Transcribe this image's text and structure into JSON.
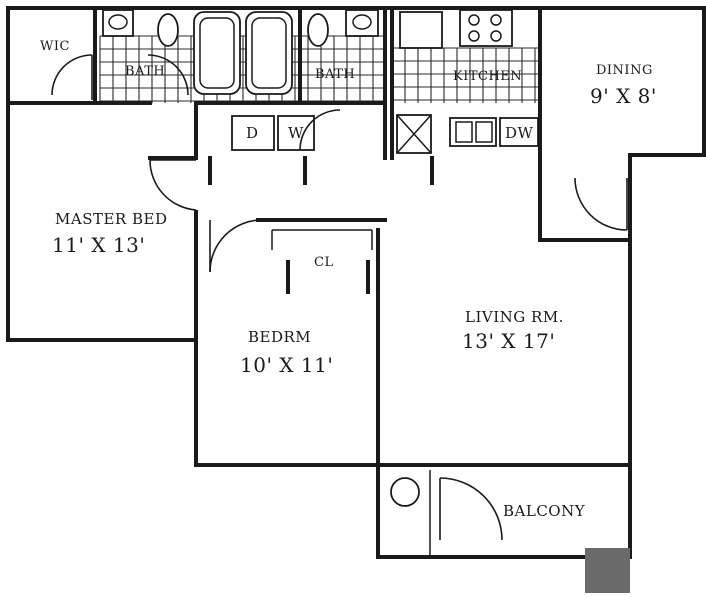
{
  "rooms": {
    "wic": {
      "label": "WIC"
    },
    "bath1": {
      "label": "BATH"
    },
    "bath2": {
      "label": "BATH"
    },
    "kitchen": {
      "label": "KITCHEN"
    },
    "dining": {
      "label": "DINING",
      "size": "9' X 8'"
    },
    "master_bed": {
      "label": "MASTER BED",
      "size": "11' X 13'"
    },
    "closet": {
      "label": "CL"
    },
    "bedroom": {
      "label": "BEDRM",
      "size": "10' X 11'"
    },
    "living": {
      "label": "LIVING RM.",
      "size": "13' X 17'"
    },
    "balcony": {
      "label": "BALCONY"
    }
  },
  "appliances": {
    "dryer": "D",
    "washer": "W",
    "dishwasher": "DW"
  }
}
